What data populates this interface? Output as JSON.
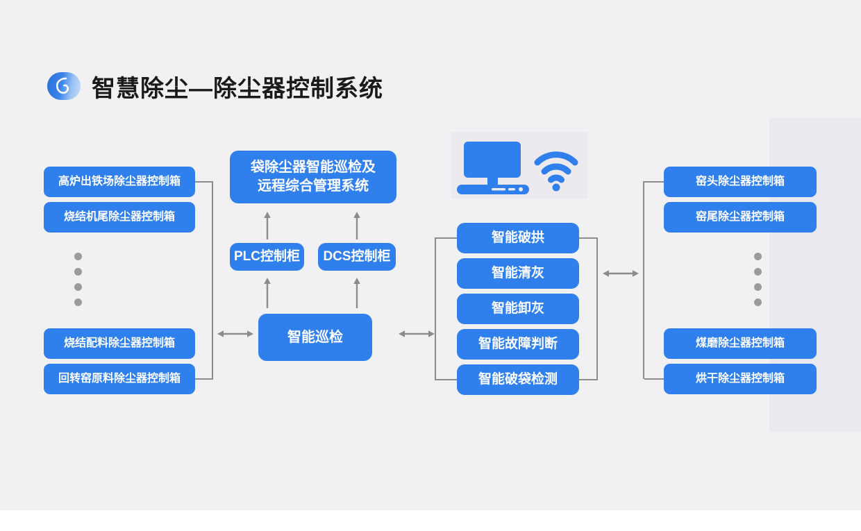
{
  "header": {
    "logo_icon": "swirl-logo-icon",
    "title": "智慧除尘—除尘器控制系统"
  },
  "theme": {
    "accent": "#2f80ed",
    "canvas_bg": "#f1f0f2",
    "panel_bg": "#e9e9ef",
    "connector": "#8c8c8c",
    "dot": "#9b9b9b",
    "node_text": "#ffffff",
    "title_text": "#1a1a1a"
  },
  "left_group": {
    "name": "left-control-boxes",
    "top_items": [
      {
        "label": "高炉出铁场除尘器控制箱"
      },
      {
        "label": "烧结机尾除尘器控制箱"
      }
    ],
    "ellipsis_dots": 4,
    "bottom_items": [
      {
        "label": "烧结配料除尘器控制箱"
      },
      {
        "label": "回转窑原料除尘器控制箱"
      }
    ]
  },
  "center_group": {
    "name": "center-system-stack",
    "system_box": {
      "line1": "袋除尘器智能巡检及",
      "line2": "远程综合管理系统"
    },
    "cabinets": [
      {
        "label": "PLC控制柜"
      },
      {
        "label": "DCS控制柜"
      }
    ],
    "inspection_box": {
      "label": "智能巡检"
    }
  },
  "device_illustration": {
    "name": "device-illustration",
    "icons": [
      "desktop-computer-icon",
      "wifi-icon"
    ]
  },
  "function_group": {
    "name": "smart-function-boxes",
    "items": [
      {
        "label": "智能破拱"
      },
      {
        "label": "智能清灰"
      },
      {
        "label": "智能卸灰"
      },
      {
        "label": "智能故障判断"
      },
      {
        "label": "智能破袋检测"
      }
    ]
  },
  "right_group": {
    "name": "right-control-boxes",
    "top_items": [
      {
        "label": "窑头除尘器控制箱"
      },
      {
        "label": "窑尾除尘器控制箱"
      }
    ],
    "ellipsis_dots": 4,
    "bottom_items": [
      {
        "label": "煤磨除尘器控制箱"
      },
      {
        "label": "烘干除尘器控制箱"
      }
    ]
  },
  "connectors": {
    "arrow_left_bidirectional": "bidirectional-arrow-icon",
    "arrow_right_bidirectional": "bidirectional-arrow-icon",
    "arrow_plc_up": "up-arrow-icon",
    "arrow_dcs_up": "up-arrow-icon",
    "arrow_plc_to_inspection_up": "up-arrow-icon",
    "arrow_dcs_to_inspection_up": "up-arrow-icon"
  }
}
